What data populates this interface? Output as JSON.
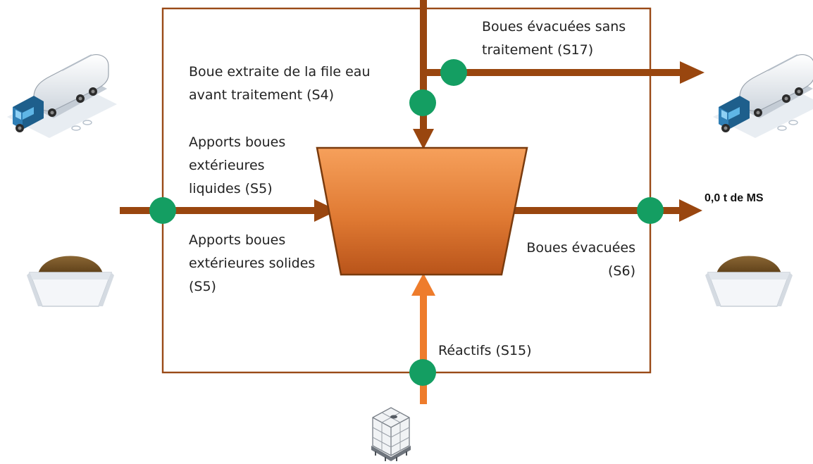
{
  "labels": {
    "s17": [
      "Boues évacuées sans",
      "traitement (S17)"
    ],
    "s4": [
      "Boue extraite de la file eau",
      "avant traitement (S4)"
    ],
    "s5_liquid": [
      "Apports boues",
      "extérieures",
      "liquides (S5)"
    ],
    "s5_solid": [
      "Apports boues",
      "extérieures solides",
      "(S5)"
    ],
    "s6": [
      "Boues évacuées",
      "(S6)"
    ],
    "s15": "Réactifs (S15)"
  },
  "output_value": "0,0 t de MS",
  "icons": {
    "truck_in": "tanker-truck-icon",
    "truck_out": "tanker-truck-icon",
    "skip_in": "sludge-skip-icon",
    "skip_out": "sludge-skip-icon",
    "ibc": "ibc-container-icon",
    "hopper": "treatment-hopper-icon",
    "measure": "measurement-point-icon"
  },
  "colors": {
    "flow_brown": "#99460f",
    "reactif_orange": "#ee7c2c",
    "hopper_outline": "#7a3b0e",
    "hopper_fill_light": "#f6a05b",
    "hopper_fill_dark": "#b9541a",
    "measure_point": "#149e62",
    "boundary": "#9a4a17"
  }
}
